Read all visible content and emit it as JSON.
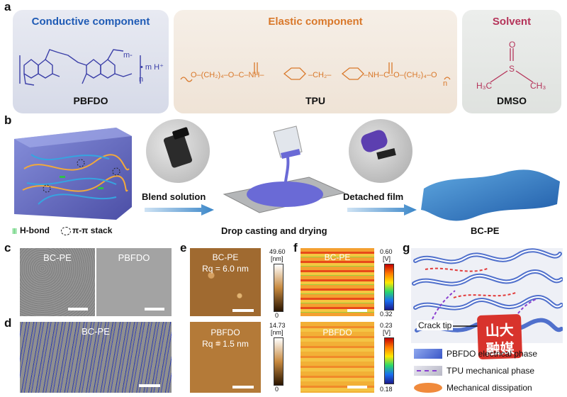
{
  "panel_labels": {
    "a": "a",
    "b": "b",
    "c": "c",
    "d": "d",
    "e": "e",
    "f": "f",
    "g": "g"
  },
  "panel_a": {
    "conductive": {
      "title": "Conductive component",
      "name": "PBFDO",
      "formula_note_m": "m-",
      "formula_note_h": "• m H⁺",
      "subscript_n": "n",
      "title_color": "#1f5bb5"
    },
    "elastic": {
      "title": "Elastic component",
      "name": "TPU",
      "chain_text": "O–(CH₂)₄–O–C–NH–",
      "chain_mid": "–CH₂–",
      "chain_end": "–NH–C–O–(CH₂)₄–O",
      "subscript_n": "n",
      "title_color": "#d9782a"
    },
    "solvent": {
      "title": "Solvent",
      "name": "DMSO",
      "atom_s": "S",
      "atom_o": "O",
      "left_group": "H₃C",
      "right_group": "CH₃",
      "title_color": "#b5345a"
    }
  },
  "panel_b": {
    "legend_hbond": "H-bond",
    "legend_pi": "π-π stack",
    "step1": "Blend solution",
    "step2": "Drop casting and drying",
    "step3": "Detached film",
    "product": "BC-PE"
  },
  "panel_c": {
    "left": "BC-PE",
    "right": "PBFDO"
  },
  "panel_d": {
    "label": "BC-PE"
  },
  "panel_e": {
    "top": {
      "name": "BC-PE",
      "rq": "Rq = 6.0 nm",
      "max": "49.60",
      "unit": "[nm]",
      "min": "0"
    },
    "bottom": {
      "name": "PBFDO",
      "rq": "Rq = 1.5 nm",
      "max": "14.73",
      "unit": "[nm]",
      "min": "0"
    }
  },
  "panel_f": {
    "top": {
      "name": "BC-PE",
      "max": "0.60",
      "unit": "[V]",
      "min": "0.32"
    },
    "bottom": {
      "name": "PBFDO",
      "max": "0.23",
      "unit": "[V]",
      "min": "0.18"
    }
  },
  "panel_g": {
    "crack_tip": "Crack tip",
    "legend": [
      {
        "text": "PBFDO electrical phase",
        "color": "#4a6fd8"
      },
      {
        "text": "TPU mechanical phase",
        "color": "#9a4fd0"
      },
      {
        "text": "Mechanical dissipation",
        "color": "#f08a3c"
      }
    ],
    "watermark_top": "山大",
    "watermark_bottom": "融媒"
  },
  "colors": {
    "box_blue": "#dfe3ef",
    "box_tan": "#f2e8de",
    "box_gray": "#e6e8e6",
    "arrow": "#3a86c8"
  }
}
